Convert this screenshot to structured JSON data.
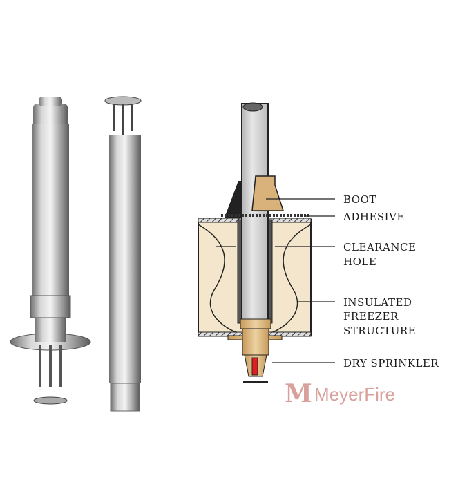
{
  "labels": {
    "boot": "BOOT",
    "adhesive": "ADHESIVE",
    "clearance_hole": [
      "CLEARANCE",
      "HOLE"
    ],
    "insulated_freezer_structure": [
      "INSULATED",
      "FREEZER",
      "STRUCTURE"
    ],
    "dry_sprinkler": "DRY SPRINKLER"
  },
  "logo": {
    "mark": "M",
    "text": "MeyerFire"
  },
  "colors": {
    "insulation": "#f3e6cc",
    "brass": "#d8b27a",
    "pipe": "#c9c9c9",
    "logo": "#d9a19c",
    "bulb": "#e02020"
  }
}
